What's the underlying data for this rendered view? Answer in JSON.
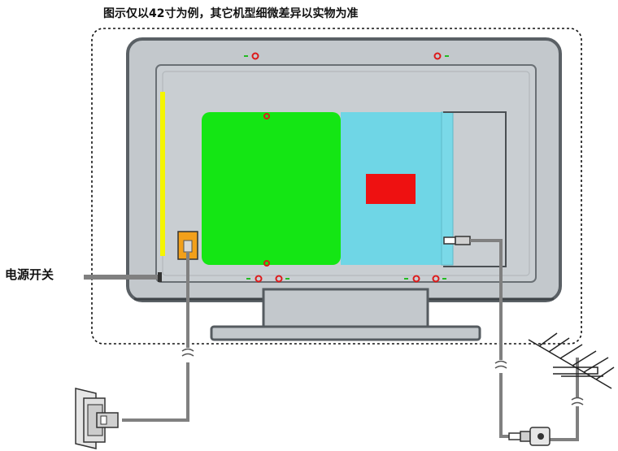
{
  "caption": "图示仅以42寸为例，其它机型细微差异以实物为准",
  "power_switch_label": "电源开关",
  "colors": {
    "tv_body": "#c3c8cc",
    "tv_edge": "#555b60",
    "board_green": "#14e614",
    "board_blue": "#6fd6e6",
    "chip_red": "#ee1111",
    "power_strip": "#f5f500",
    "power_socket": "#f2a01a",
    "cable": "#808080",
    "screw_red": "#dd1a1a"
  },
  "icons": [
    "tv-back-panel",
    "power-outlet-icon",
    "antenna-icon",
    "rf-connector-icon",
    "cable-break-icon"
  ]
}
